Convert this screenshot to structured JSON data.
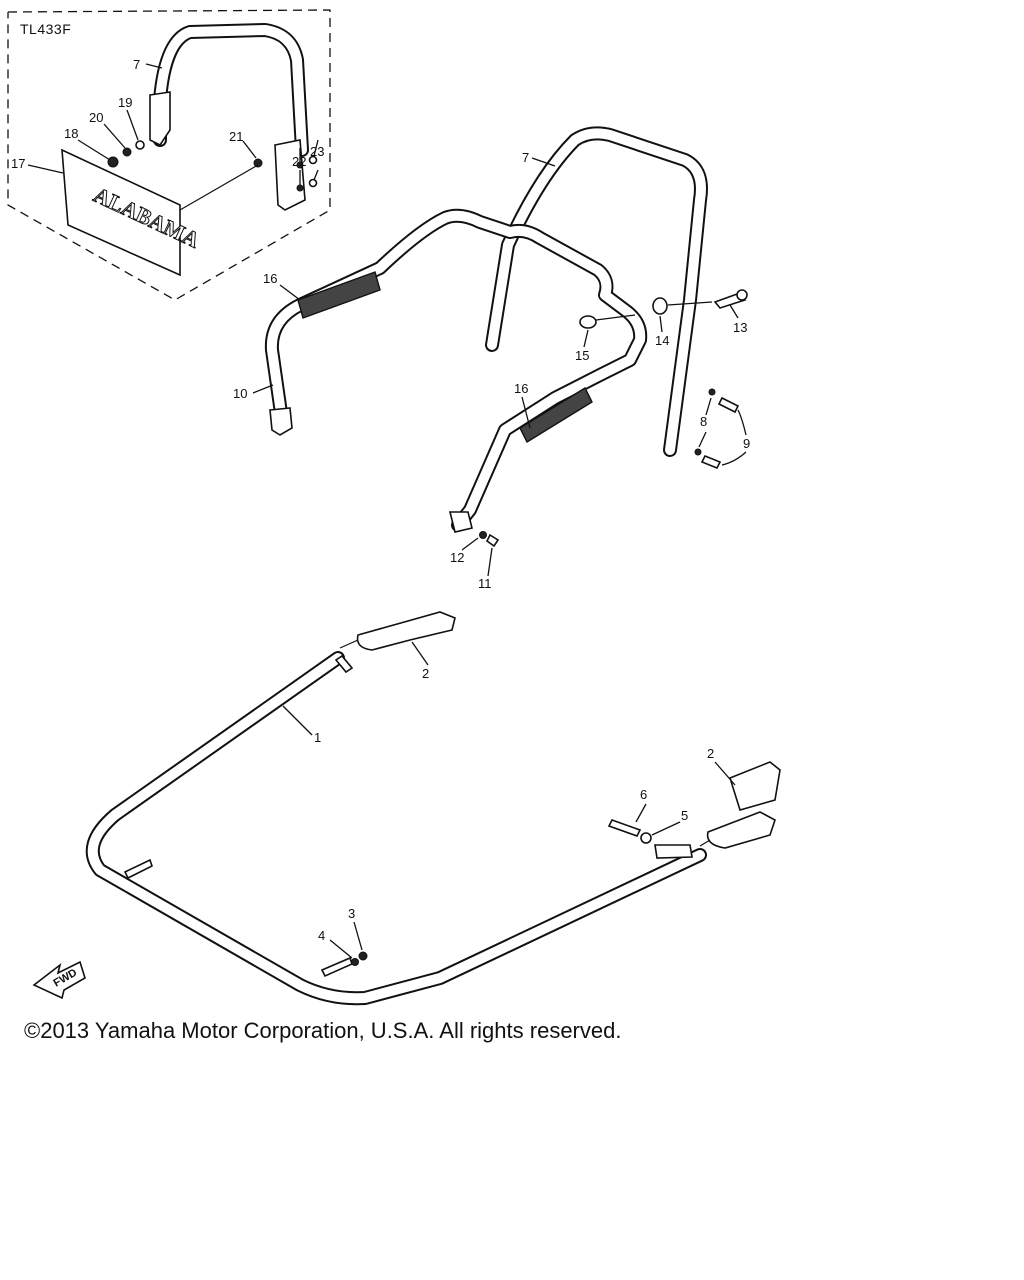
{
  "diagram": {
    "inset_code": "TL433F",
    "plate_text": "ALABAMA",
    "fwd_label": "FWD",
    "callouts": {
      "c1": "1",
      "c2a": "2",
      "c2b": "2",
      "c3": "3",
      "c4": "4",
      "c5": "5",
      "c6": "6",
      "c7a": "7",
      "c7b": "7",
      "c8": "8",
      "c9": "9",
      "c10": "10",
      "c11": "11",
      "c12": "12",
      "c13": "13",
      "c14": "14",
      "c15": "15",
      "c16a": "16",
      "c16b": "16",
      "c17": "17",
      "c18": "18",
      "c19": "19",
      "c20": "20",
      "c21": "21",
      "c22": "22",
      "c23": "23"
    }
  },
  "footer": {
    "copyright": "©2013 Yamaha Motor Corporation, U.S.A. All rights reserved."
  }
}
